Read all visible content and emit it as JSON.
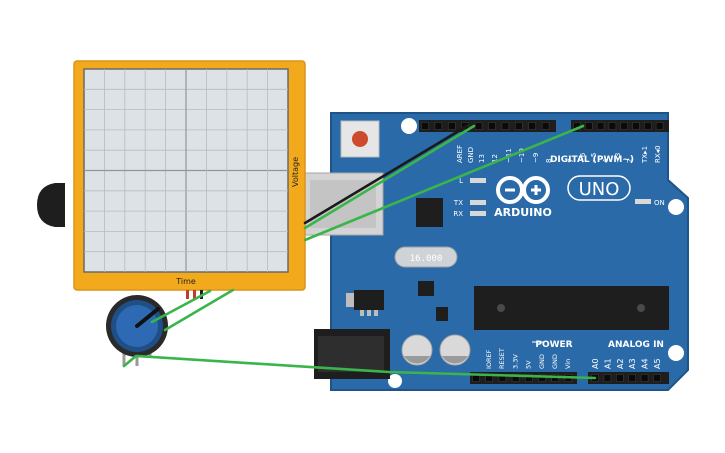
{
  "scope": {
    "x_label": "Time",
    "y_label": "Voltage"
  },
  "board": {
    "brand": "ARDUINO",
    "model": "UNO",
    "crystal": "16.000",
    "header_aref": "AREF",
    "header_gnd": "GND",
    "digital_pins": [
      "13",
      "12",
      "~11",
      "~10",
      "~9",
      "8",
      "7",
      "~6",
      "~5",
      "4",
      "~3",
      "2",
      "TX▸1",
      "RX◂0"
    ],
    "digital_label": "DIGITAL (PWM~)",
    "tx_label": "TX",
    "rx_label": "RX",
    "l_label": "L",
    "on_label": "ON",
    "power_label": "POWER",
    "analog_label": "ANALOG IN",
    "power_pins": [
      "IOREF",
      "RESET",
      "3.3V",
      "5V",
      "GND",
      "GND",
      "Vin"
    ],
    "analog_pins": [
      "A0",
      "A1",
      "A2",
      "A3",
      "A4",
      "A5"
    ]
  },
  "colors": {
    "board": "#2a6aa8",
    "board_edge": "#1f5488",
    "scope_frame": "#f2aa1c",
    "screen": "#dde2e6",
    "grid": "#b4bcc4",
    "wire_green": "#3ab54a",
    "wire_black": "#1a1a1a",
    "knob": "#2d6ab3"
  }
}
